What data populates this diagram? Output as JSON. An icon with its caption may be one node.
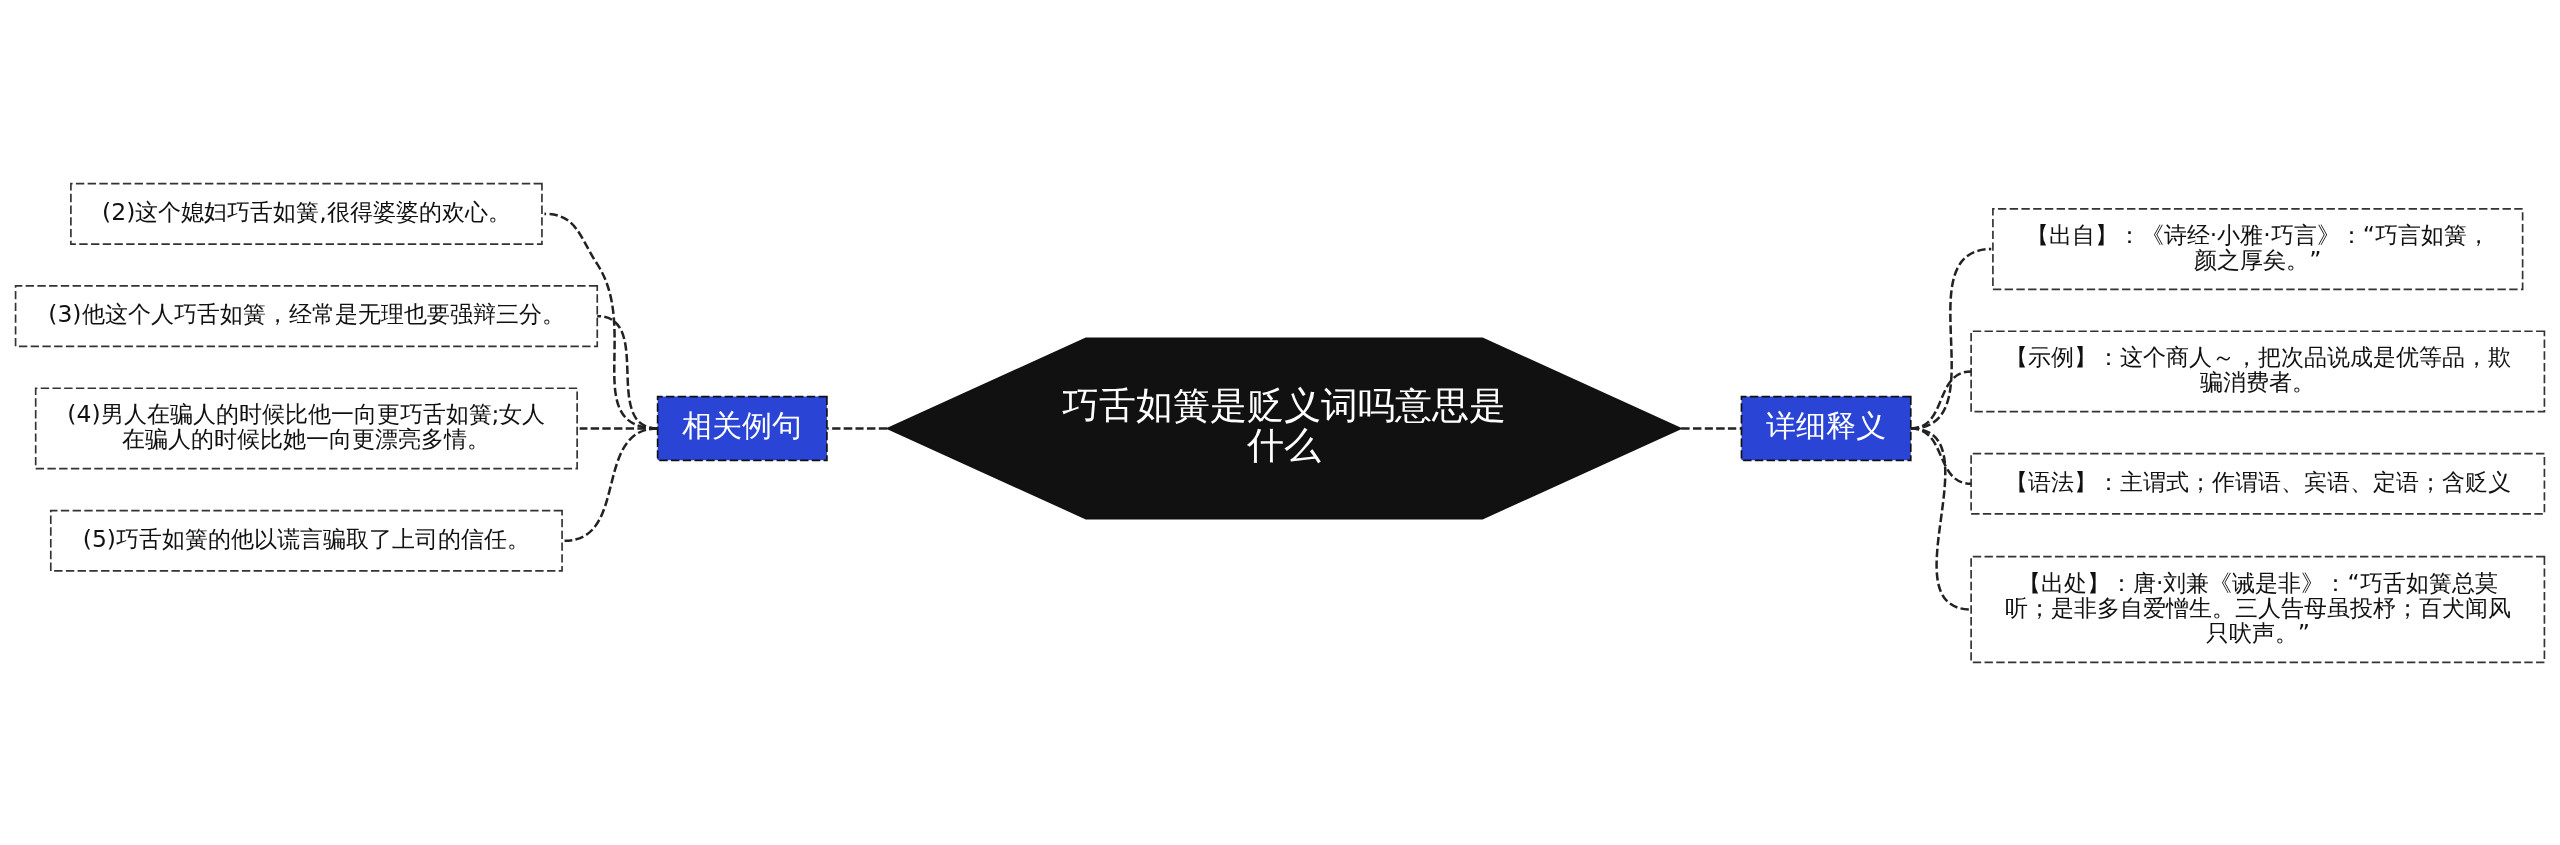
{
  "diagram": {
    "nodes": [
      {
        "text": [
          "巧舌如簧是贬义词吗意思是什么"
        ]
      },
      {
        "text": [
          "相关例句"
        ]
      },
      {
        "text": [
          "(2)这个媳妇巧舌如簧,很得婆婆的欢心。"
        ]
      },
      {
        "text": [
          "(3)他这个人巧舌如簧，经常是无理也要强辩三分。"
        ]
      },
      {
        "text": [
          "(4)男人在骗人的时候比他一向更巧舌如簧;女人在骗人的时候比她一向更漂亮多情。"
        ]
      },
      {
        "text": [
          "(5)巧舌如簧的他以谎言骗取了上司的信任。"
        ]
      },
      {
        "text": [
          "详细释义"
        ]
      },
      {
        "text": [
          "【出自】：《诗经·小雅·巧言》：“巧言如簧，颜之厚矣。”"
        ]
      },
      {
        "text": [
          "【示例】：这个商人～，把次品说成是优等品，欺骗消费者。"
        ]
      },
      {
        "text": [
          "【语法】：主谓式；作谓语、宾语、定语；含贬义"
        ]
      },
      {
        "text": [
          "【出处】：唐·刘兼《诫是非》：“巧舌如簧总莫听；是非多自爱憎生。三人告母虽投杼；百犬闻风只吠声。”"
        ]
      }
    ],
    "edges": [
      {
        "from": 0,
        "to": 1,
        "arrow": "none",
        "style": "dashed"
      },
      {
        "from": 1,
        "to": 2,
        "arrow": "none",
        "style": "dashed"
      },
      {
        "from": 1,
        "to": 3,
        "arrow": "none",
        "style": "dashed"
      },
      {
        "from": 1,
        "to": 4,
        "arrow": "none",
        "style": "dashed"
      },
      {
        "from": 1,
        "to": 5,
        "arrow": "none",
        "style": "dashed"
      },
      {
        "from": 0,
        "to": 6,
        "arrow": "none",
        "style": "dashed"
      },
      {
        "from": 6,
        "to": 7,
        "arrow": "none",
        "style": "dashed"
      },
      {
        "from": 6,
        "to": 8,
        "arrow": "none",
        "style": "dashed"
      },
      {
        "from": 6,
        "to": 9,
        "arrow": "none",
        "style": "dashed"
      },
      {
        "from": 6,
        "to": 10,
        "arrow": "none",
        "style": "dashed"
      }
    ]
  }
}
